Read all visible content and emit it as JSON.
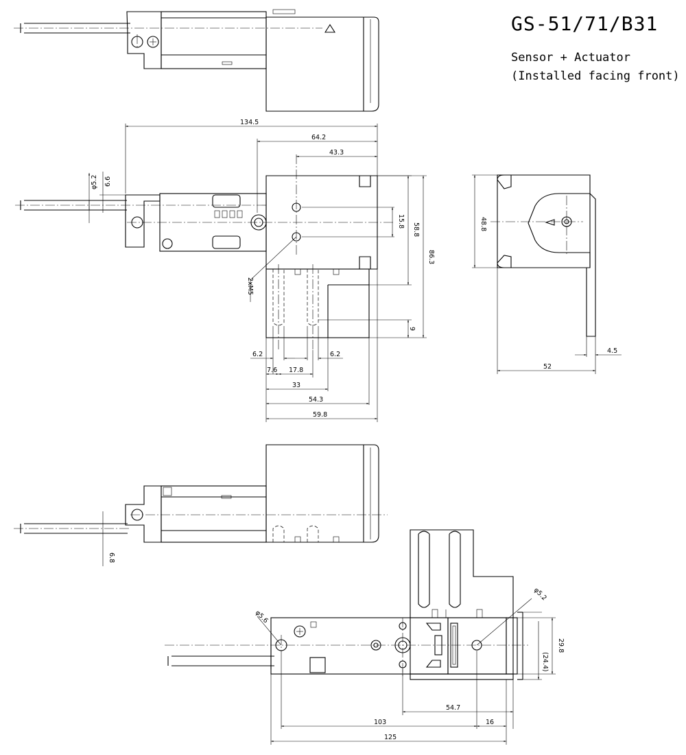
{
  "title": "GS-51/71/B31",
  "subtitle_line1": "Sensor + Actuator",
  "subtitle_line2": "(Installed facing front)",
  "dimensions": {
    "overall_length_top": "134.5",
    "d_64_2": "64.2",
    "d_43_3": "43.3",
    "d_6_6": "6.6",
    "d_phi_5_2": "φ5.2",
    "d_15_8": "15.8",
    "d_58_8": "58.8",
    "d_86_3": "86.3",
    "d_9": "9",
    "d_2xm5": "2xM5",
    "d_6_2_left": "6.2",
    "d_6_2_right": "6.2",
    "d_7_6": "7.6",
    "d_17_8": "17.8",
    "d_33": "33",
    "d_54_3": "54.3",
    "d_59_8": "59.8",
    "d_48_8": "48.8",
    "d_4_5": "4.5",
    "d_52": "52",
    "d_6_8": "6.8",
    "d_phi_5_6": "φ5.6",
    "d_phi_5_2_bottom": "φ5.2",
    "d_29_8": "29.8",
    "d_24_4": "(24.4)",
    "d_54_7": "54.7",
    "d_103": "103",
    "d_16": "16",
    "d_125": "125"
  }
}
